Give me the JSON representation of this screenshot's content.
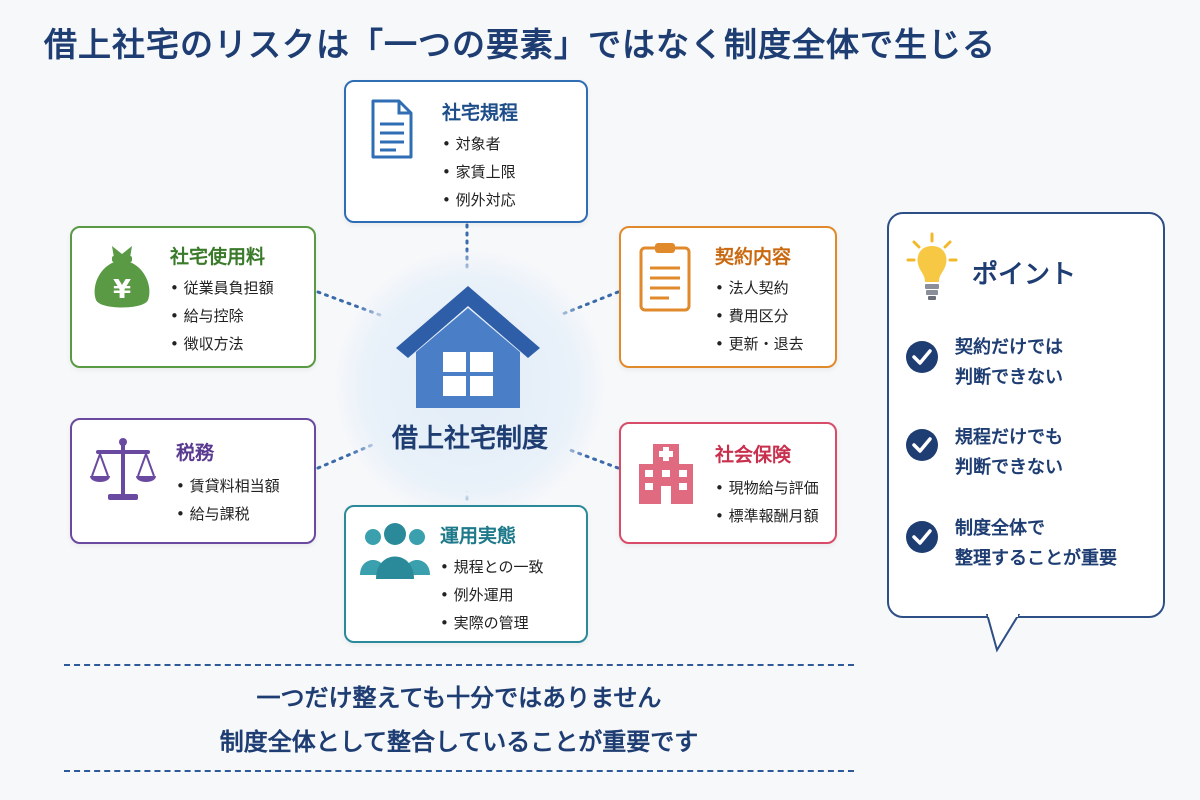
{
  "title": "借上社宅のリスクは「一つの要素」ではなく制度全体で生じる",
  "center": {
    "label": "借上社宅制度"
  },
  "cards": {
    "rules": {
      "title": "社宅規程",
      "items": [
        "対象者",
        "家賃上限",
        "例外対応"
      ],
      "color": "#2f6db5"
    },
    "fee": {
      "title": "社宅使用料",
      "items": [
        "従業員負担額",
        "給与控除",
        "徴収方法"
      ],
      "color": "#5a9a45"
    },
    "contract": {
      "title": "契約内容",
      "items": [
        "法人契約",
        "費用区分",
        "更新・退去"
      ],
      "color": "#e08a2b"
    },
    "tax": {
      "title": "税務",
      "items": [
        "賃貸料相当額",
        "給与課税"
      ],
      "color": "#6a4aa0"
    },
    "insurance": {
      "title": "社会保険",
      "items": [
        "現物給与評価",
        "標準報酬月額"
      ],
      "color": "#d84c6a"
    },
    "operation": {
      "title": "運用実態",
      "items": [
        "規程との一致",
        "例外運用",
        "実際の管理"
      ],
      "color": "#2a8a9a"
    }
  },
  "point": {
    "title": "ポイント",
    "items": [
      "契約だけでは\n判断できない",
      "規程だけでも\n判断できない",
      "制度全体で\n整理することが重要"
    ]
  },
  "footer": {
    "line1": "一つだけ整えても十分ではありません",
    "line2": "制度全体として整合していることが重要です"
  },
  "icons": {
    "rules": "document-icon",
    "fee": "money-bag-yen-icon",
    "contract": "clipboard-icon",
    "tax": "scales-icon",
    "insurance": "hospital-icon",
    "operation": "people-icon",
    "center": "house-icon",
    "point": "lightbulb-icon",
    "check": "check-circle-icon"
  },
  "colors": {
    "navy": "#1e3d72",
    "house": "#3f73c0"
  }
}
